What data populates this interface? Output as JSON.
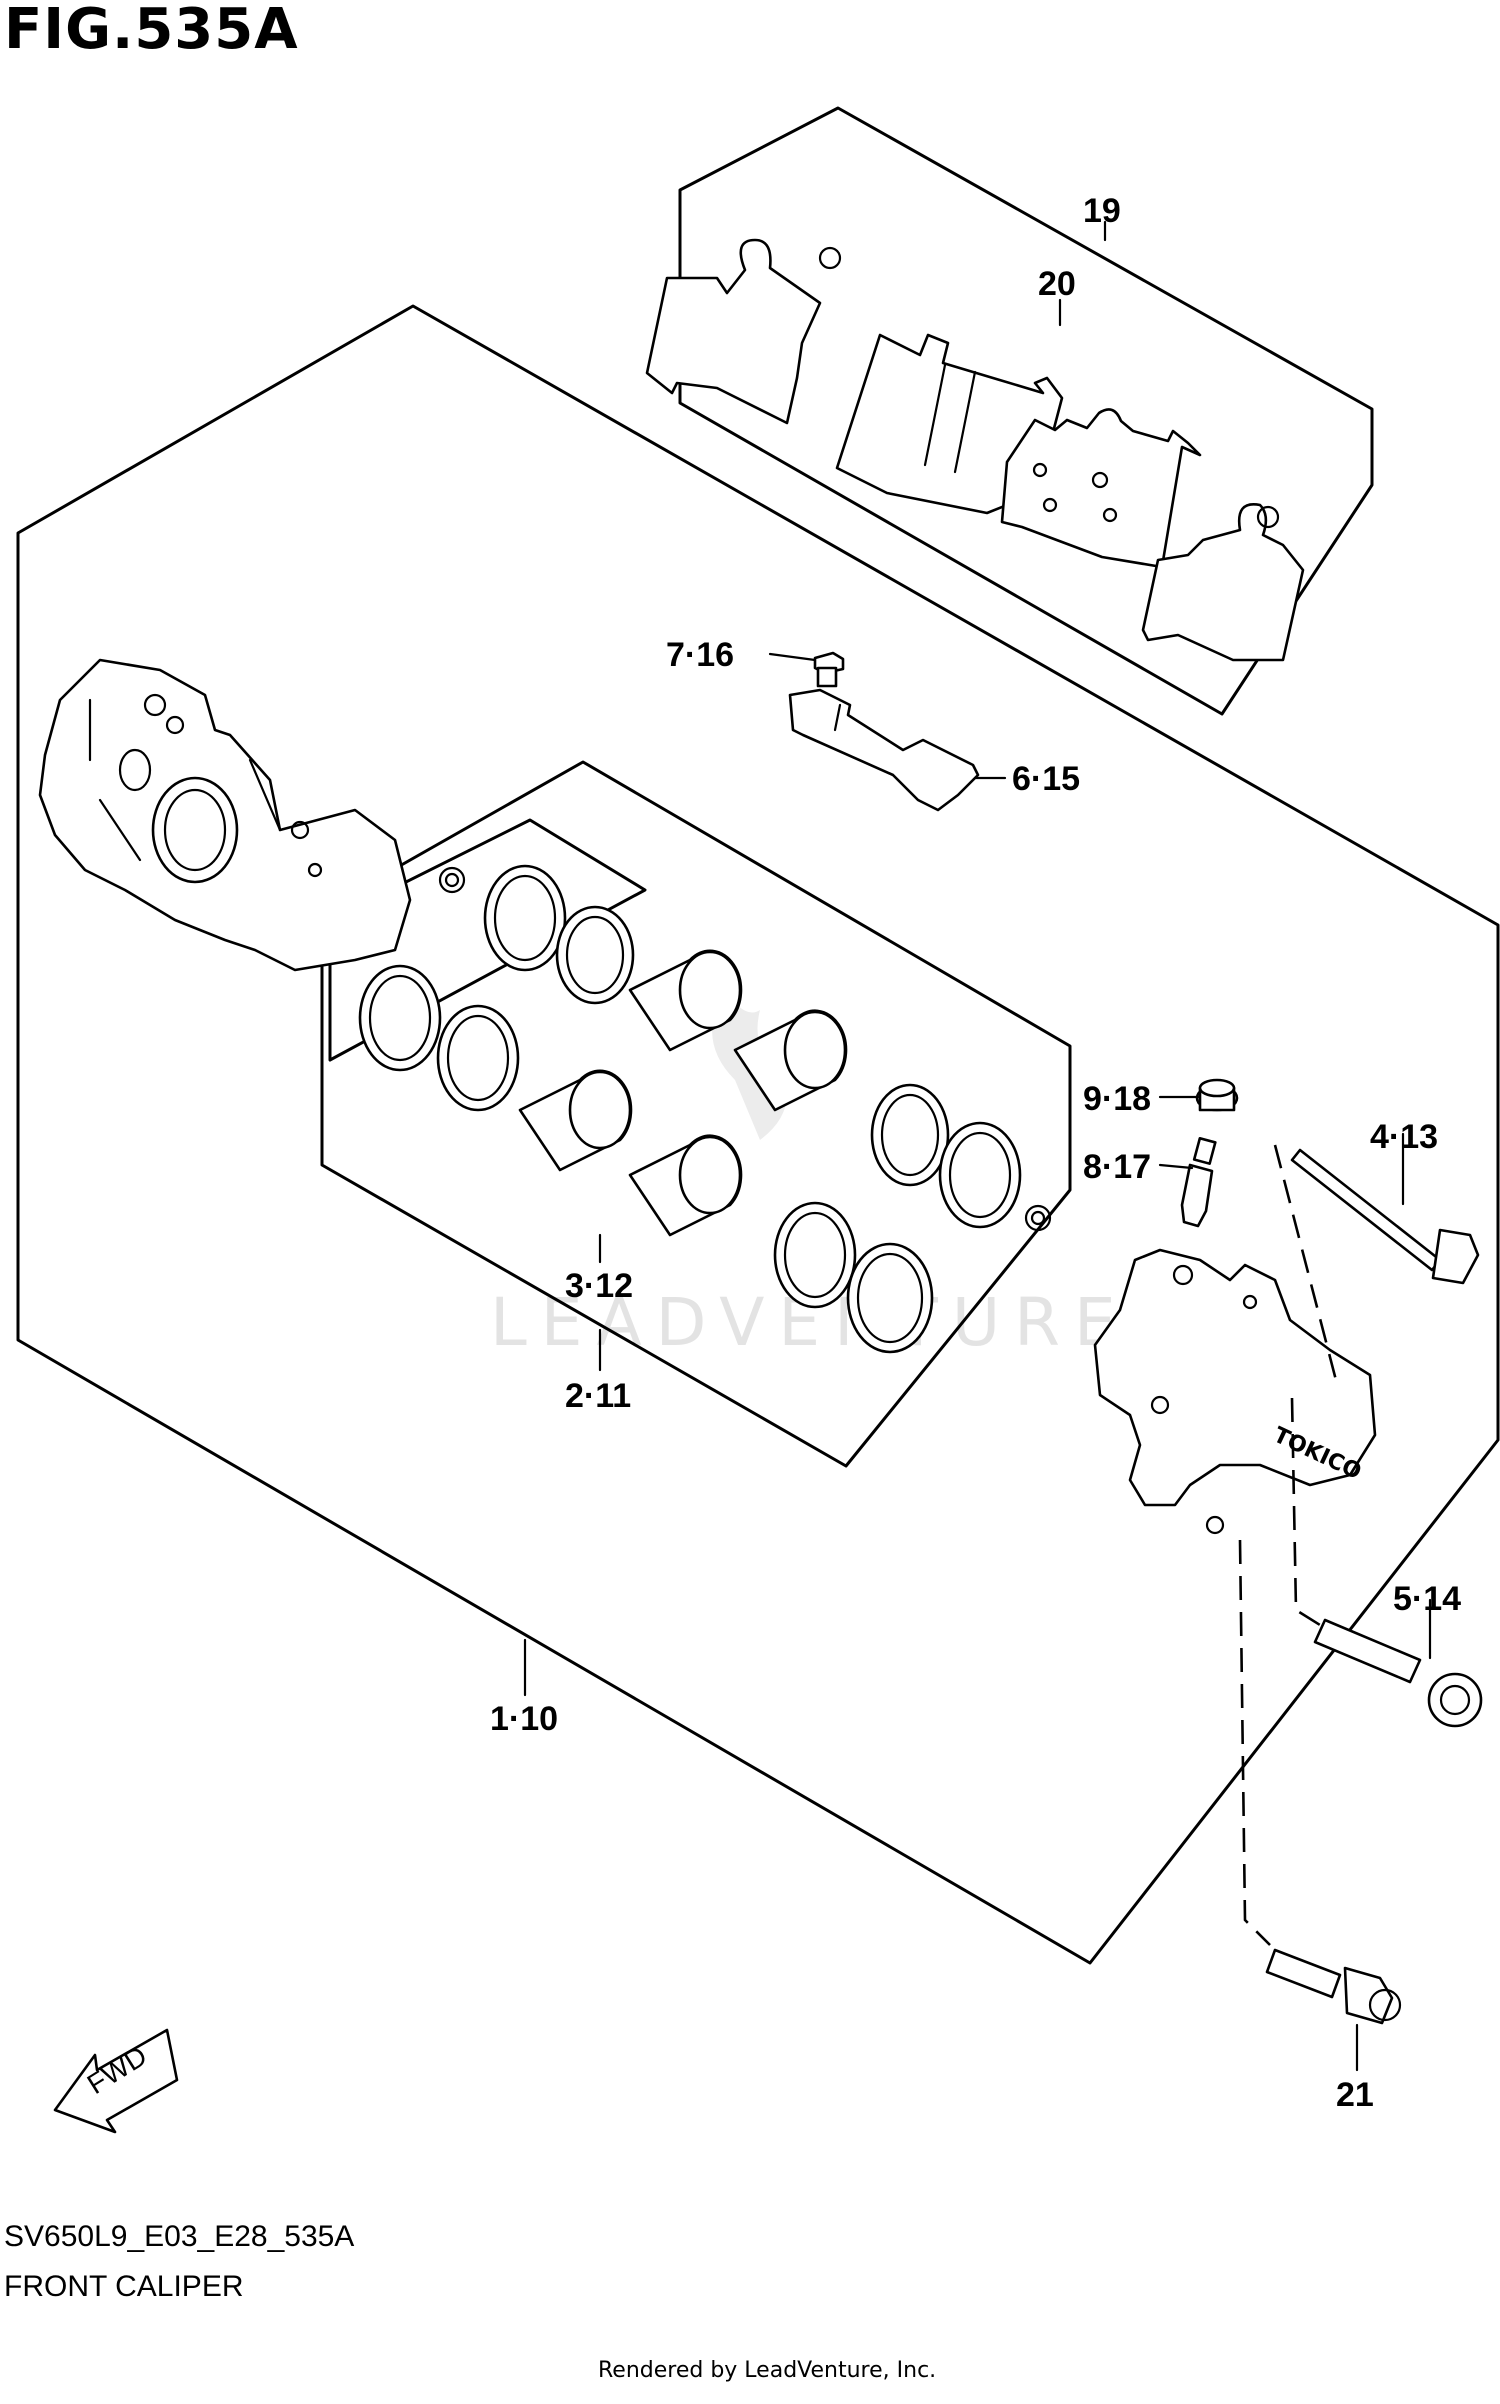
{
  "figure": {
    "title": "FIG.535A",
    "model_code": "SV650L9_E03_E28_535A",
    "section_name": "FRONT CALIPER",
    "credit": "Rendered by LeadVenture, Inc.",
    "watermark": "LEADVENTURE"
  },
  "callouts": [
    {
      "id": "c19",
      "text": "19"
    },
    {
      "id": "c20",
      "text": "20"
    },
    {
      "id": "c7_16",
      "text": "7·16"
    },
    {
      "id": "c6_15",
      "text": "6·15"
    },
    {
      "id": "c9_18",
      "text": "9·18"
    },
    {
      "id": "c8_17",
      "text": "8·17"
    },
    {
      "id": "c4_13",
      "text": "4·13"
    },
    {
      "id": "c3_12",
      "text": "3·12"
    },
    {
      "id": "c2_11",
      "text": "2·11"
    },
    {
      "id": "c5_14",
      "text": "5·14"
    },
    {
      "id": "c1_10",
      "text": "1·10"
    },
    {
      "id": "c21",
      "text": "21"
    }
  ],
  "fwd_arrow": {
    "text": "FWD"
  },
  "brake_logo_text": "TOKICO"
}
